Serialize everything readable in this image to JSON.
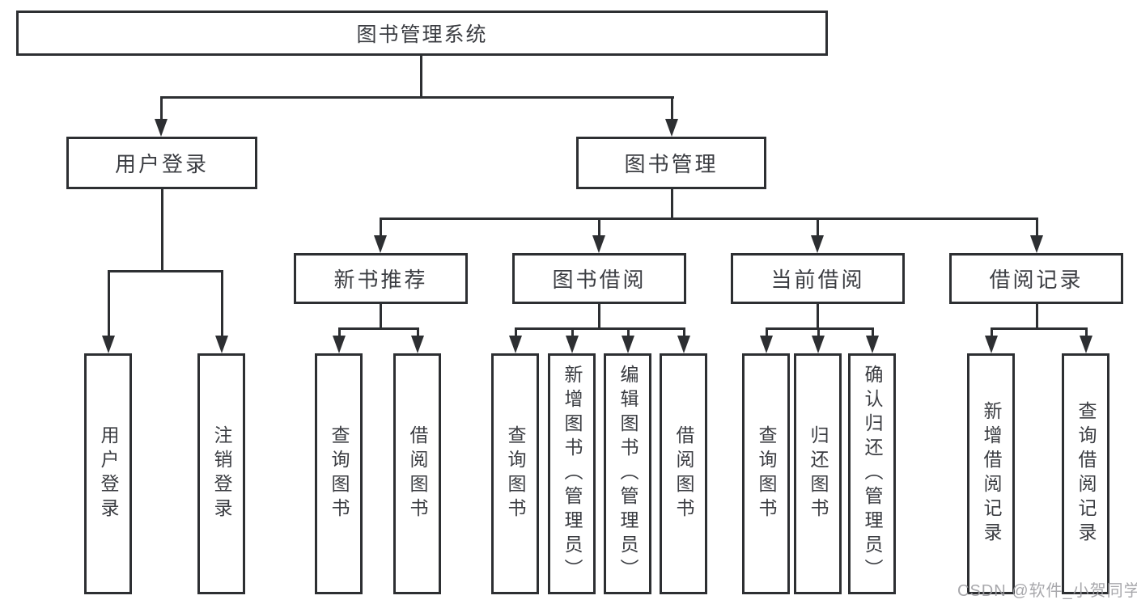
{
  "tree": {
    "root": {
      "label": "图书管理系统"
    },
    "branches": [
      {
        "label": "用户登录",
        "children": [
          {
            "label": "用户登录"
          },
          {
            "label": "注销登录"
          }
        ]
      },
      {
        "label": "图书管理",
        "children": [
          {
            "label": "新书推荐",
            "children": [
              {
                "label": "查询图书"
              },
              {
                "label": "借阅图书"
              }
            ]
          },
          {
            "label": "图书借阅",
            "children": [
              {
                "label": "查询图书"
              },
              {
                "label": "新增图书（管理员）"
              },
              {
                "label": "编辑图书（管理员）"
              },
              {
                "label": "借阅图书"
              }
            ]
          },
          {
            "label": "当前借阅",
            "children": [
              {
                "label": "查询图书"
              },
              {
                "label": "归还图书"
              },
              {
                "label": "确认归还（管理员）"
              }
            ]
          },
          {
            "label": "借阅记录",
            "children": [
              {
                "label": "新增借阅记录"
              },
              {
                "label": "查询借阅记录"
              }
            ]
          }
        ]
      }
    ]
  },
  "colors": {
    "line": "#2d2f32",
    "text": "#3b3d42",
    "background": "#ffffff",
    "watermark": "#9d9da1"
  },
  "watermark": {
    "text": "CSDN @软件_小贺同学"
  }
}
